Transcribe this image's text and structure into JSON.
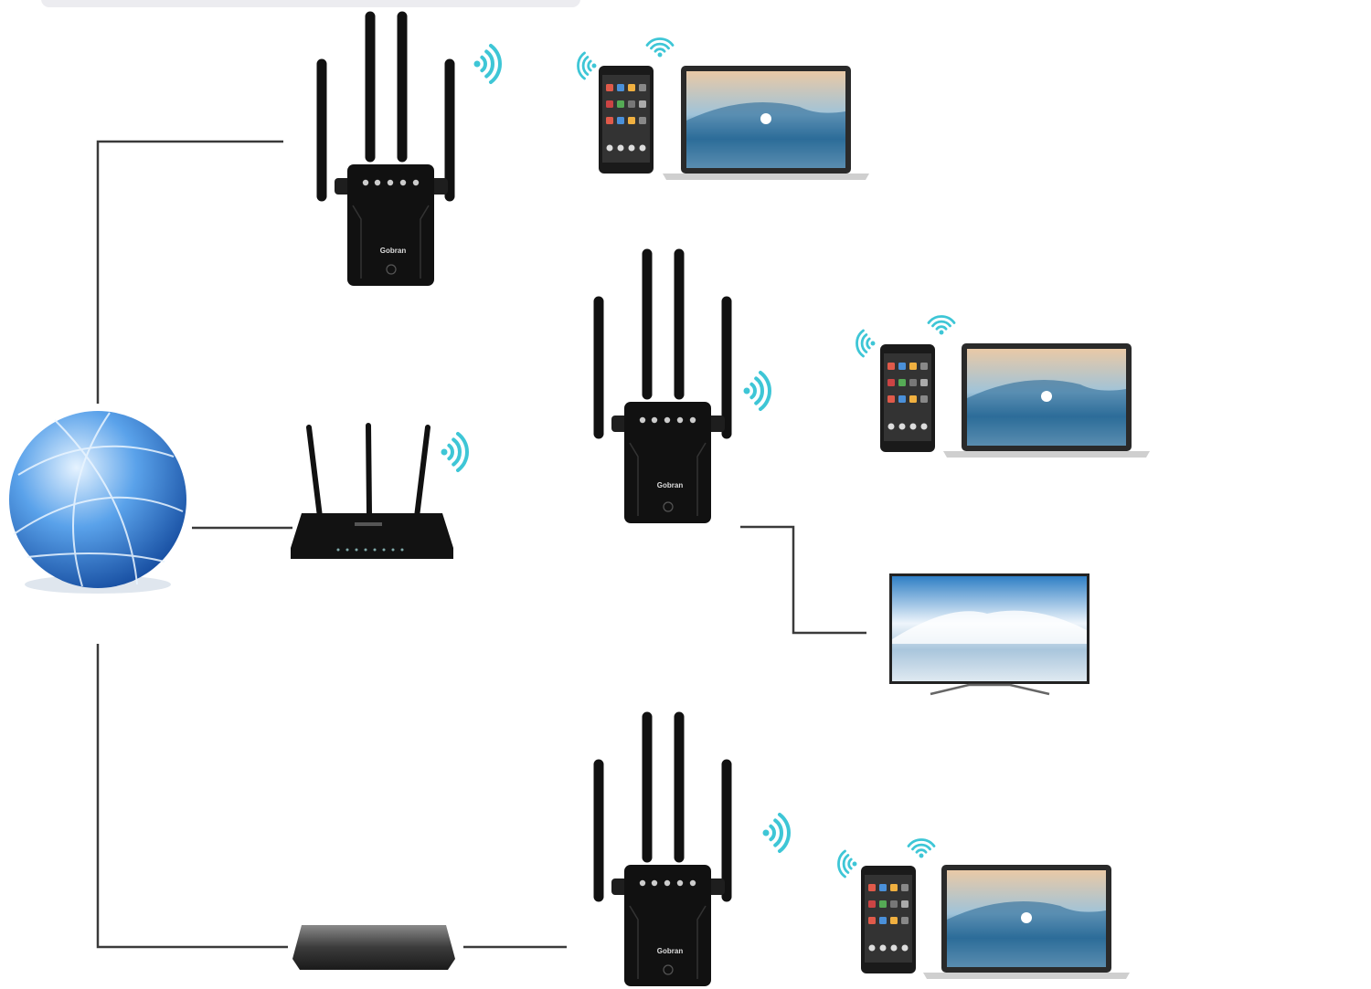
{
  "diagram": {
    "extenders": [
      {
        "brand": "Gobran"
      },
      {
        "brand": "Gobran"
      },
      {
        "brand": "Gobran"
      }
    ]
  },
  "colors": {
    "line": "#3a3a3a",
    "device": "#111111",
    "wifi": "#3ec6d6",
    "globe": "#3a7fd8",
    "topbar": "#ececf0"
  }
}
